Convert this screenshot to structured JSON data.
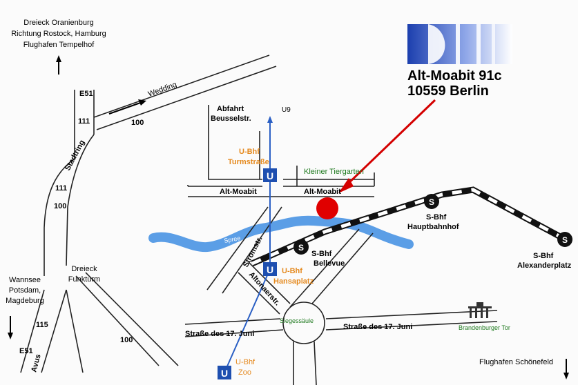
{
  "address": {
    "street": "Alt-Moabit 91c",
    "city": "10559 Berlin"
  },
  "directions": {
    "north_line1": "Dreieck Oranienburg",
    "north_line2": "Richtung Rostock, Hamburg",
    "north_line3": "Flughafen Tempelhof",
    "west_line1": "Wannsee",
    "west_line2": "Potsdam,",
    "west_line3": "Magdeburg",
    "southeast": "Flughafen Schönefeld",
    "wedding": "Wedding"
  },
  "roads": {
    "e51_top": "E51",
    "r111_top": "111",
    "r100_top": "100",
    "stadtring": "Stadtring",
    "r111_mid": "111",
    "r100_mid": "100",
    "dreieck_1": "Dreieck",
    "dreieck_2": "Funkturm",
    "r115": "115",
    "e51_bottom": "E51",
    "avus": "Avus",
    "r100_bottom": "100",
    "alt_moabit_left": "Alt-Moabit",
    "alt_moabit_right": "Alt-Moabit",
    "abfahrt_1": "Abfahrt",
    "abfahrt_2": "Beusselstr.",
    "stromstr": "Stromstr.",
    "altonaerstr": "Altonaerstr.",
    "strasse17_left": "Straße des 17. Juni",
    "strasse17_right": "Straße des 17. Juni",
    "u9": "U9"
  },
  "places": {
    "kleiner_tiergarten": "Kleiner Tiergarten",
    "spree": "Spree",
    "siegessaeule": "Siegessäule",
    "brandenburger_tor": "Brandenburger Tor"
  },
  "stations": {
    "turmstrasse_1": "U-Bhf",
    "turmstrasse_2": "Turmstraße",
    "hansaplatz_1": "U-Bhf",
    "hansaplatz_2": "Hansaplatz",
    "zoo_1": "U-Bhf",
    "zoo_2": "Zoo",
    "bellevue_1": "S-Bhf",
    "bellevue_2": "Bellevue",
    "hbf_1": "S-Bhf",
    "hbf_2": "Hauptbahnhof",
    "alex_1": "S-Bhf",
    "alex_2": "Alexanderplatz",
    "u_symbol": "U",
    "s_symbol": "S"
  },
  "colors": {
    "ubahn_line": "#2a5fc4",
    "ubahn_box": "#1e4fb0",
    "spree": "#5b9ee6",
    "target": "#e00000",
    "arrow": "#e00000",
    "station_label": "#e58a1f",
    "park_label": "#1f7a1f",
    "sbahn": "#111111"
  }
}
